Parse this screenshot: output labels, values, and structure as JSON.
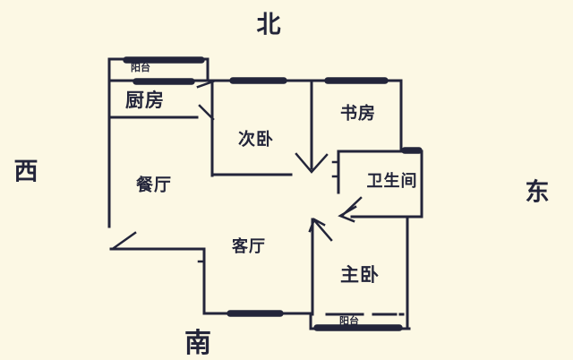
{
  "compass": {
    "north": "北",
    "south": "南",
    "west": "西",
    "east": "东"
  },
  "rooms": {
    "kitchen": "厨房",
    "secondary_bedroom": "次卧",
    "study": "书房",
    "dining": "餐厅",
    "bathroom": "卫生间",
    "living": "客厅",
    "master_bedroom": "主卧",
    "balcony_north": "阳台",
    "balcony_south": "阳台"
  },
  "colors": {
    "background": "#fcf8e4",
    "ink": "#23253a"
  }
}
